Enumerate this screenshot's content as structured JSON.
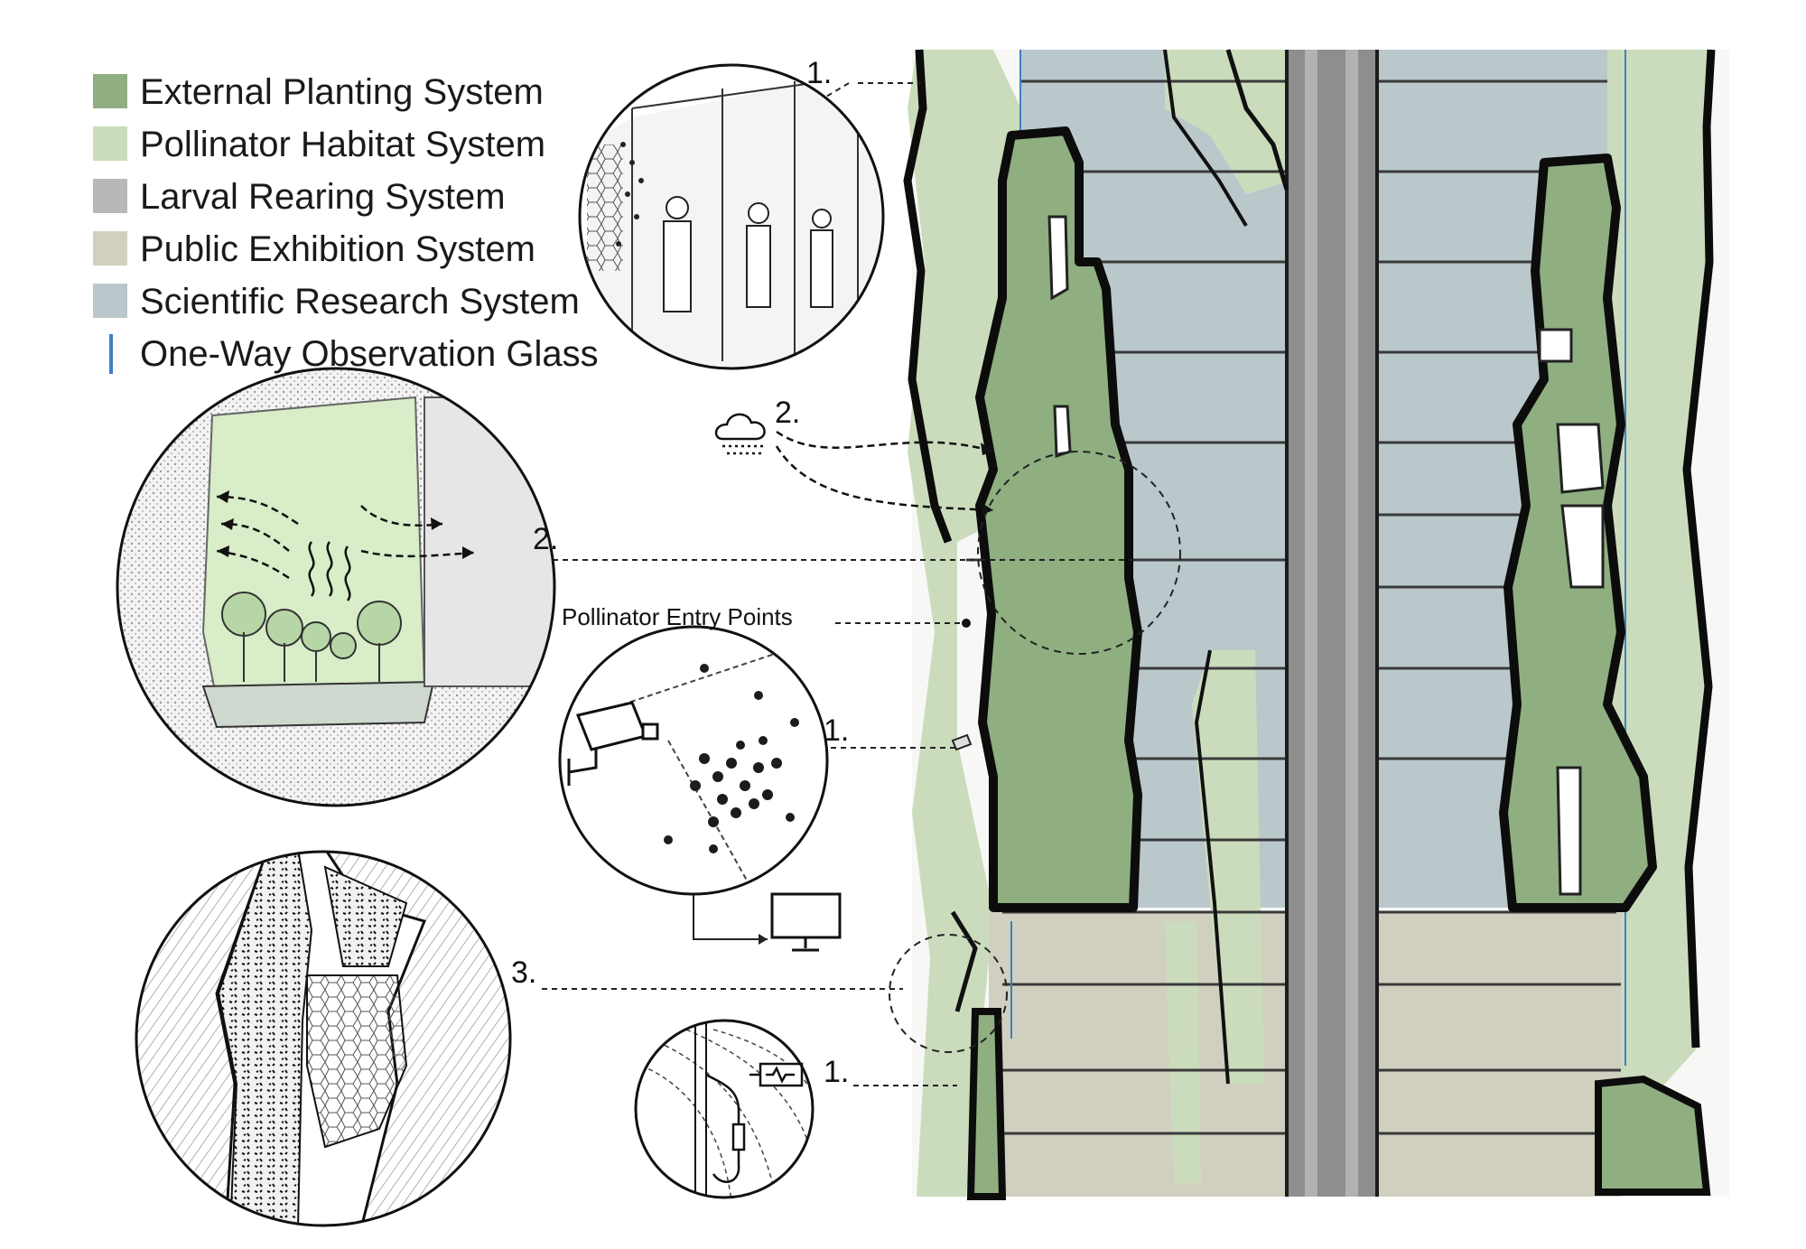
{
  "legend": [
    {
      "label": "External Planting System",
      "color": "#8faf80",
      "kind": "swatch"
    },
    {
      "label": "Pollinator Habitat System",
      "color": "#cbdcbc",
      "kind": "swatch"
    },
    {
      "label": "Larval Rearing System",
      "color": "#b8b8b8",
      "kind": "swatch"
    },
    {
      "label": "Public Exhibition System",
      "color": "#d1d0c0",
      "kind": "swatch"
    },
    {
      "label": "Scientific Research System",
      "color": "#bac8cc",
      "kind": "swatch"
    },
    {
      "label": "One-Way Observation Glass",
      "color": "#3f7fc4",
      "kind": "line"
    }
  ],
  "callouts": {
    "lab": "1.",
    "airflow_icon": "2.",
    "airflow_view": "2.",
    "camera": "1.",
    "comb": "3.",
    "sensor": "1.",
    "entry_points": "Pollinator Entry Points"
  },
  "icons": [
    "cloud-rain-icon",
    "security-camera-icon",
    "monitor-icon",
    "sensor-probe-icon"
  ]
}
